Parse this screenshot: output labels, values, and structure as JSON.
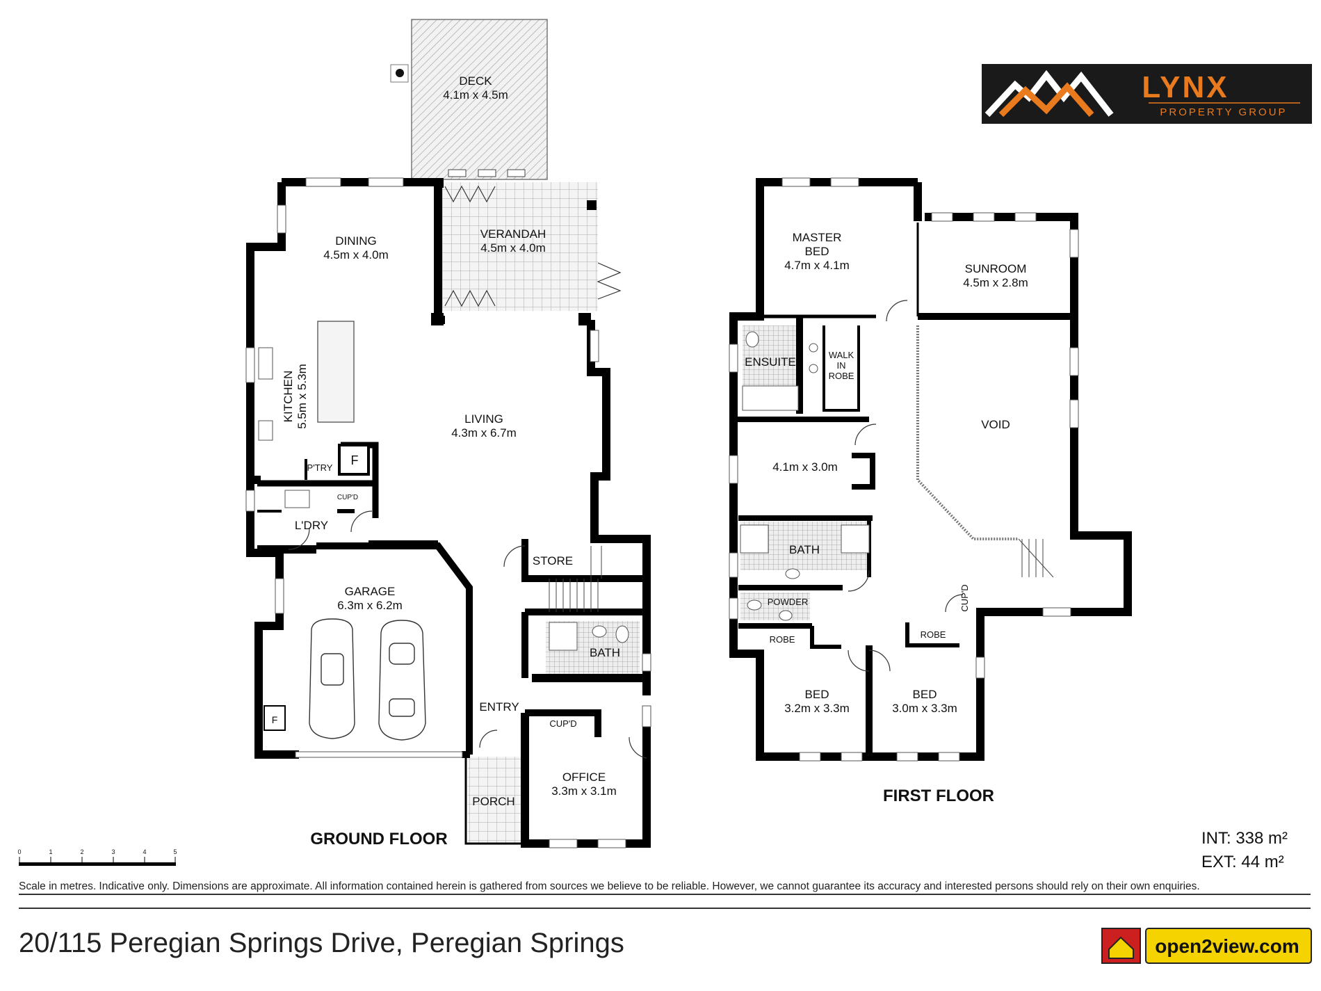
{
  "brand": {
    "name": "LYNX",
    "tagline": "PROPERTY GROUP",
    "accent": "#e97a1e",
    "bg": "#1a1a1a"
  },
  "floors": {
    "ground_label": "GROUND FLOOR",
    "first_label": "FIRST FLOOR"
  },
  "rooms": {
    "deck": {
      "name": "DECK",
      "dims": "4.1m x 4.5m"
    },
    "dining": {
      "name": "DINING",
      "dims": "4.5m x 4.0m"
    },
    "verandah": {
      "name": "VERANDAH",
      "dims": "4.5m x 4.0m"
    },
    "kitchen": {
      "name": "KITCHEN",
      "dims": "5.5m x 5.3m"
    },
    "living": {
      "name": "LIVING",
      "dims": "4.3m x 6.7m"
    },
    "pantry": {
      "name": "P'TRY"
    },
    "fridge": {
      "name": "F"
    },
    "cupd_g1": {
      "name": "CUP'D"
    },
    "laundry": {
      "name": "L'DRY"
    },
    "garage": {
      "name": "GARAGE",
      "dims": "6.3m x 6.2m"
    },
    "garage_fridge": {
      "name": "F"
    },
    "store": {
      "name": "STORE"
    },
    "bath_g": {
      "name": "BATH"
    },
    "entry": {
      "name": "ENTRY"
    },
    "cupd_g2": {
      "name": "CUP'D"
    },
    "office": {
      "name": "OFFICE",
      "dims": "3.3m x 3.1m"
    },
    "porch": {
      "name": "PORCH"
    },
    "master": {
      "name1": "MASTER",
      "name2": "BED",
      "dims": "4.7m x 4.1m"
    },
    "sunroom": {
      "name": "SUNROOM",
      "dims": "4.5m x 2.8m"
    },
    "ensuite": {
      "name": "ENSUITE"
    },
    "wir": {
      "l1": "WALK",
      "l2": "IN",
      "l3": "ROBE"
    },
    "void": {
      "name": "VOID"
    },
    "rumpus": {
      "dims": "4.1m x 3.0m"
    },
    "bath_f": {
      "name": "BATH"
    },
    "powder": {
      "name": "POWDER"
    },
    "cupd_f": {
      "name": "CUP'D"
    },
    "robe1": {
      "name": "ROBE"
    },
    "robe2": {
      "name": "ROBE"
    },
    "bed1": {
      "name": "BED",
      "dims": "3.2m x 3.3m"
    },
    "bed2": {
      "name": "BED",
      "dims": "3.0m x 3.3m"
    }
  },
  "scale": {
    "ticks": [
      "0",
      "1",
      "2",
      "3",
      "4",
      "5"
    ]
  },
  "area": {
    "internal": "INT: 338 m²",
    "external": "EXT: 44 m²"
  },
  "disclaimer": "Scale in metres. Indicative only. Dimensions are approximate. All information contained herein is gathered from sources we believe to be reliable. However, we cannot guarantee its accuracy and interested persons should rely on their own enquiries.",
  "address": "20/115 Peregian Springs Drive, Peregian Springs",
  "open2view": {
    "text": "open2view.com",
    "accent": "#f5d300"
  }
}
